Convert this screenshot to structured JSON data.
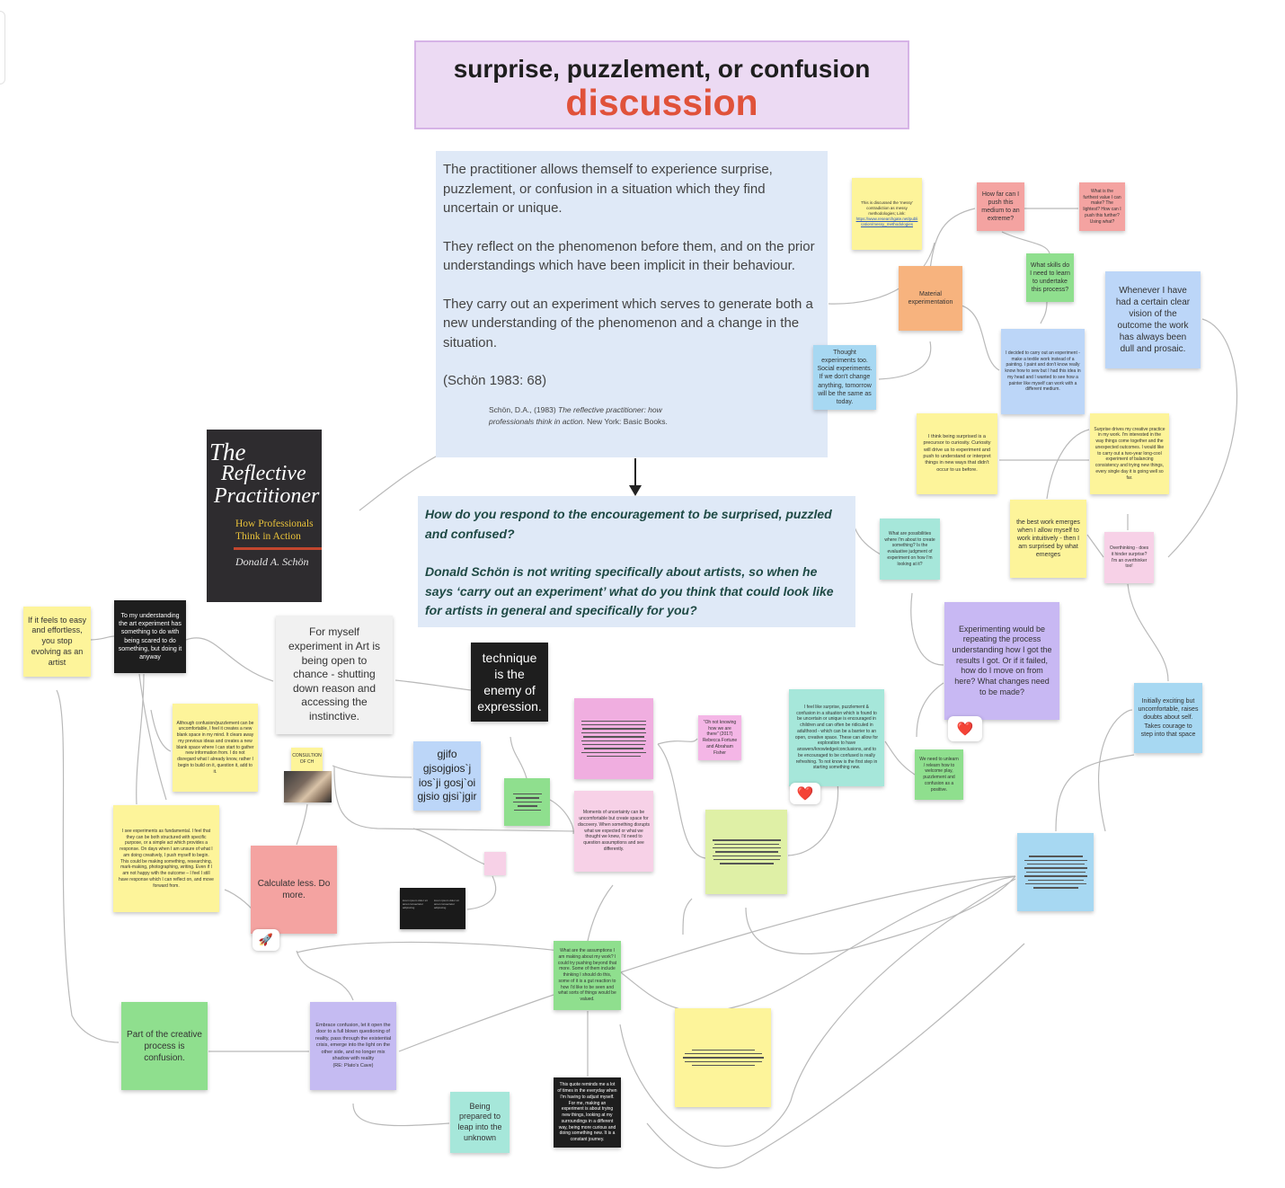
{
  "header": {
    "title": "surprise, puzzlement, or confusion",
    "subtitle": "discussion"
  },
  "quote": {
    "p1": "The practitioner allows themself to experience surprise, puzzlement, or confusion in a situation which they find uncertain or unique.",
    "p2": "They reflect on the phenomenon before them, and on the prior understandings which have been implicit in their behaviour.",
    "p3": "They carry out an experiment which serves to generate both a new understanding of the phenomenon and a change in the situation.",
    "cite": "(Schön 1983: 68)",
    "ref_author": "Schön, D.A., (1983) ",
    "ref_title": "The reflective practitioner: how professionals think in action",
    "ref_pub": ". New York: Basic Books."
  },
  "question": {
    "q1": "How do you respond to the encouragement to be surprised, puzzled and confused?",
    "q2": "Donald Schön is not writing specifically about artists, so when he says ‘carry out an experiment’ what do you think that could look like for artists in general and specifically for you?"
  },
  "book": {
    "line1": "The",
    "line2": "Reflective",
    "line3": "Practitioner",
    "sub1": "How Professionals",
    "sub2": "Think in Action",
    "author": "Donald A. Schön"
  },
  "notes": {
    "easy": "If it feels to easy and effortless, you stop evolving as an artist",
    "scared": "To my understanding the art experiment has something to do with being scared to do something, but doing it anyway",
    "myself": "For myself experiment in Art is being open to chance - shutting down reason and accessing the instinctive.",
    "technique": "technique is the enemy of expression.",
    "confusion": "Although confusion/puzzlement can be uncomfortable, I feel it creates a new blank space in my mind. It clears away my previous ideas and creates a new blank space where I can start to gather new information from. I do not disregard what I already know, rather I begin to build on it, question it, add to it.",
    "fundamental": "I see experiments as fundamental. I feel that they can be both structured with specific purpose, or a simple act which provides a response. On days when I am unsure of what I am doing creatively, I push myself to begin. This could be making something, researching, mark-making, photographing, writing. Even if I am not happy with the outcome – I feel I still have response which I can reflect on, and move forward from.",
    "gjifo": "gjifo gjsojgios`j ios`ji gosj`oi gjsio gjsi`jgir",
    "calculate": "Calculate less. Do more.",
    "small_yellow": "CONSULTION OF CH",
    "moments": "Moments of uncertainty can be uncomfortable but create space for discovery. When something disrupts what we expected or what we thought we knew, I'd need to question assumptions and see differently.",
    "knowing": "“Oh not knowing how we are there” (2017) Rebecca Fortune and Abraham Fisher",
    "puzzled": "I feel like surprise, puzzlement & confusion in a situation which is found to be uncertain or unique is encouraged in children and can often be ridiculed in adulthood - which can be a barrier to an open, creative space. These can allow for exploration to have answers/knowledge/conclusions, and to be encouraged to be confused is really refreshing. To not know is the first step in starting something new.",
    "learn_unlearn": "We need to unlearn / relearn how to welcome play, puzzlement and confusion as a positive.",
    "experimenting": "Experimenting would be repeating the process understanding how I got the results I got. Or if it failed, how do I move on from here? What changes need to be made?",
    "initially": "Initially exciting but uncomfortable, raises doubts about self. Takes courage to step into that space",
    "practice": "What are the assumptions I am making about my work? I could try pushing beyond that more. Some of them include thinking I should do this, some of it is a gut reaction to how I'd like to be seen and what sorts of things would be valued.",
    "part": "Part of the creative process is confusion.",
    "embrace": "Embrace confusion, let it open the door to a full blown questioning of reality, pass through the existential crisis, emerge into the light on the other side, and no longer mix shadow with reality",
    "embrace_ref": "(RE: Plato's Cave)",
    "leap": "Being prepared to leap into the unknown",
    "black_bottom": "This quote reminds me a lot of times in the everyday when I'm having to adjust myself. For me, making an experiment is about trying new things, looking at my surroundings in a different way, being more curious and doing something new. It is a constant journey.",
    "surprised": "I think being surprised is a precursor to curiosity. Curiosity will drive us to experiment and push to understand or interpret things in new ways that didn't occur to us before.",
    "best_work": "the best work emerges when I allow myself to work intuitively - then I am surprised by what emerges",
    "surprise_drives": "Surprise drives my creative practice in my work. I'm interested in the way things come together and the unexpected outcomes. I would like to carry out a two-year long-cool experiment of balancing consistency and trying new things, every single day it is going well so far.",
    "overthinking": "Overthinking - does it hinder surprise? I'm an overthinker too!",
    "about_to": "What are possibilities where I'm about to create something? Is the evaluative judgment of experiment on how I'm looking at it?",
    "thought_exp": "Thought experiments too. Social experiments. If we don't change anything, tomorrow will be the same as today.",
    "material": "Material experimentation",
    "yellow_link": "This is discussed the 'messy' contradiction as messy methodologies; Link:",
    "yellow_url": "https://www.researchgate.net/publication/messy_methodologies",
    "how_far": "How far can I push this medium to an extreme?",
    "material_limit": "What is the furthest value I can make? The lightest? How can I push this further? Using what?",
    "skills": "What skills do I need to learn to undertake this process?",
    "decided": "I decided to carry out an experiment - make a textile work instead of a painting. I paint and don't know really know how to sew but I had this idea in my head and I wanted to see how a painter like myself can work with a different medium.",
    "whenever": "Whenever I have had a certain clear vision of the outcome the work has always been dull and prosaic.",
    "thumb_text": "lorem ipsum dolor sit amet consectetur adipiscing"
  },
  "reactions": {
    "heart": "❤️",
    "rocket": "🚀"
  },
  "colors": {
    "header_bg": "#ecdaf3",
    "header_border": "#d6b3e6",
    "subtitle": "#e0523a",
    "quote_bg": "#dfe9f7",
    "question_text": "#1f4a45"
  }
}
